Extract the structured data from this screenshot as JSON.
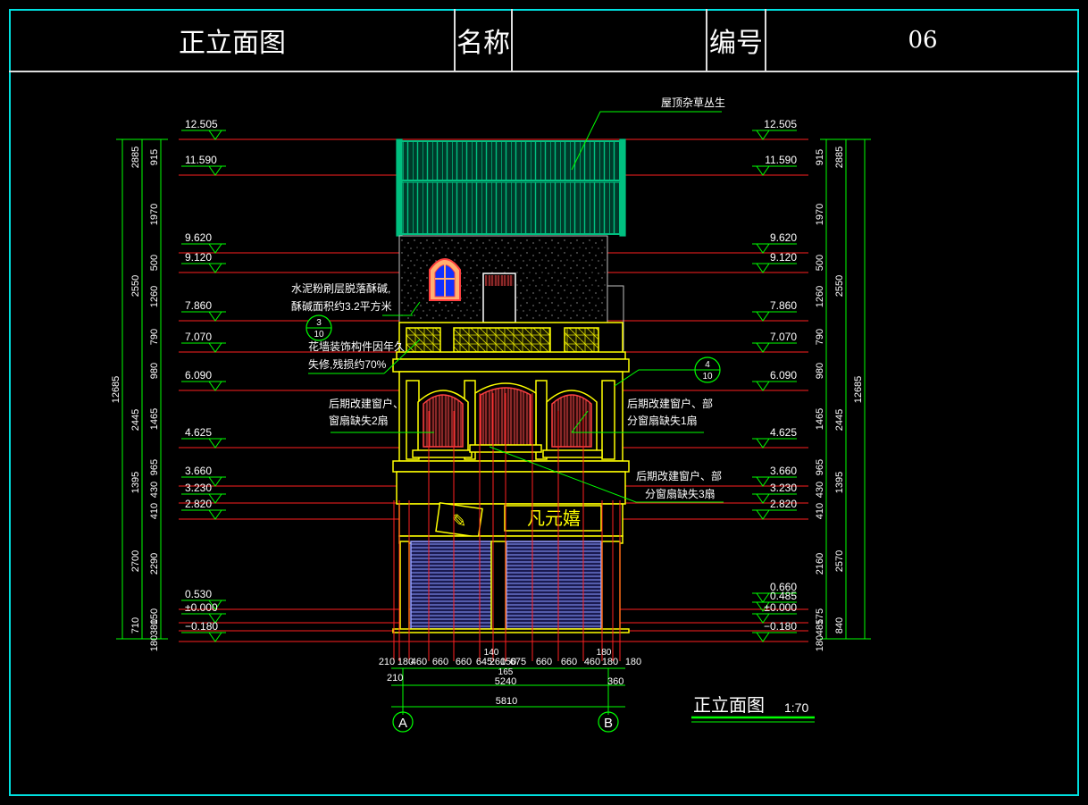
{
  "title_block": {
    "drawing_title": "正立面图",
    "name_label": "名称",
    "name_value": "",
    "number_label": "编号",
    "number_value": "06"
  },
  "elevation_levels": {
    "left": [
      "12.505",
      "11.590",
      "9.620",
      "9.120",
      "7.860",
      "7.070",
      "6.090",
      "4.625",
      "3.660",
      "3.230",
      "2.820",
      "0.530",
      "±0.000",
      "−0.180"
    ],
    "right": [
      "12.505",
      "11.590",
      "9.620",
      "9.120",
      "7.860",
      "7.070",
      "6.090",
      "4.625",
      "3.660",
      "3.230",
      "2.820",
      "0.660",
      "0.485",
      "±0.000",
      "−0.180"
    ]
  },
  "vertical_dims": {
    "left_inner": [
      "915",
      "1970",
      "500",
      "1260",
      "790",
      "980",
      "1465",
      "965",
      "430",
      "410",
      "2290",
      "150",
      "380",
      "180"
    ],
    "left_middle": [
      "2885",
      "2550",
      "2445",
      "1395",
      "2700",
      "710"
    ],
    "left_total": "12685",
    "right_inner": [
      "915",
      "1970",
      "500",
      "1260",
      "790",
      "980",
      "1465",
      "965",
      "430",
      "410",
      "2160",
      "175",
      "485",
      "180"
    ],
    "right_middle": [
      "2885",
      "2550",
      "2445",
      "1395",
      "2570",
      "840"
    ],
    "right_total": "12685"
  },
  "horizontal_dims": {
    "row1": [
      "210",
      "180",
      "460",
      "660",
      "660",
      "645",
      "260",
      "150",
      "675",
      "660",
      "660",
      "460",
      "180",
      "180"
    ],
    "row1_extra": [
      "140",
      "180",
      "165"
    ],
    "row2_left": "210",
    "row2_mid": "5240",
    "row2_right": "360",
    "total": "5810"
  },
  "axes": [
    "A",
    "B"
  ],
  "annotations": {
    "roof": "屋顶杂草丛生",
    "plaster_1": "水泥粉刷层脱落酥碱,",
    "plaster_2": "酥碱面积约3.2平方米",
    "flower_wall_1": "花墙装饰构件因年久",
    "flower_wall_2": "失修,残损约70%",
    "window_left_1": "后期改建窗户、",
    "window_left_2": "窗扇缺失2扇",
    "window_right_1": "后期改建窗户、部",
    "window_right_2": "分窗扇缺失1扇",
    "window_mid_1": "后期改建窗户、部",
    "window_mid_2": "分窗扇缺失3扇",
    "sign_text": "凡元嬉"
  },
  "detail_callouts": [
    {
      "top": "3",
      "bottom": "10"
    },
    {
      "top": "4",
      "bottom": "10"
    }
  ],
  "drawing_caption": {
    "title": "正立面图",
    "scale": "1:70"
  },
  "colors": {
    "frame": "#00e0e0",
    "level_line": "#ff2020",
    "dim": "#00ff00",
    "wall": "#ffff00",
    "roof": "#00c080",
    "text": "#ffffff",
    "shutter": "#6a78d8",
    "window_glass": "#2040ff"
  }
}
